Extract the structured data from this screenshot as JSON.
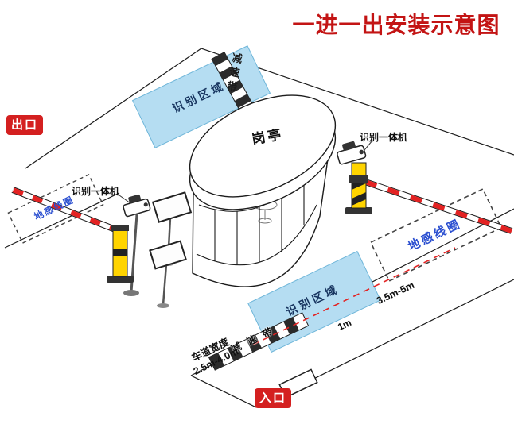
{
  "title": "一进一出安装示意图",
  "badges": {
    "exit": "出口",
    "entry": "入口"
  },
  "booth": {
    "label": "岗亭"
  },
  "exit_lane": {
    "speed_bump": "减速带",
    "recognition_area": "识别区域",
    "ground_loop": "地感线圈",
    "camera": "识别一体机"
  },
  "entry_lane": {
    "speed_bump": "减速带",
    "recognition_area": "识别区域",
    "ground_loop": "地感线圈",
    "camera": "识别一体机",
    "loop_distance": "3.5m-5m",
    "stop_line_distance": "1m",
    "lane_width_title": "车道宽度",
    "lane_width_range": "2.5m-4.0m"
  },
  "colors": {
    "title_red": "#c31414",
    "badge_red": "#d42020",
    "zone_blue_fill": "#b5ddf2",
    "zone_blue_border": "#6fb6d9",
    "loop_text_blue": "#2b4fd0",
    "barrier_yellow": "#ffd400",
    "dashed_red": "#e32222",
    "line_black": "#1c1c1c"
  }
}
